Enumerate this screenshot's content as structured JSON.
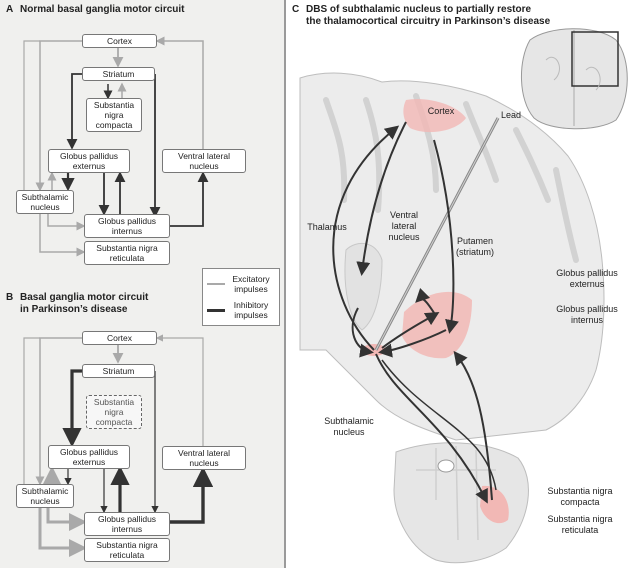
{
  "panelA": {
    "letter": "A",
    "title": "Normal basal ganglia motor circuit",
    "boxes": {
      "cortex": "Cortex",
      "striatum": "Striatum",
      "snc": "Substantia nigra compacta",
      "gpe": "Globus pallidus externus",
      "vl": "Ventral lateral nucleus",
      "stn": "Subthalamic nucleus",
      "gpi": "Globus pallidus internus",
      "snr": "Substantia nigra reticulata"
    }
  },
  "panelB": {
    "letter": "B",
    "title_line1": "Basal ganglia motor circuit",
    "title_line2": "in Parkinson’s disease",
    "boxes": {
      "cortex": "Cortex",
      "striatum": "Striatum",
      "snc": "Substantia nigra compacta",
      "gpe": "Globus pallidus externus",
      "vl": "Ventral lateral nucleus",
      "stn": "Subthalamic nucleus",
      "gpi": "Globus pallidus internus",
      "snr": "Substantia nigra reticulata"
    }
  },
  "legend": {
    "excitatory": "Excitatory impulses",
    "inhibitory": "Inhibitory impulses",
    "excitatory_color": "#a9a9a9",
    "inhibitory_color": "#333333"
  },
  "panelC": {
    "letter": "C",
    "title_line1": "DBS of subthalamic nucleus to partially restore",
    "title_line2": "the thalamocortical circuitry in Parkinson’s disease",
    "labels": {
      "cortex": "Cortex",
      "lead": "Lead",
      "thalamus": "Thalamus",
      "vl": "Ventral lateral nucleus",
      "putamen": "Putamen (striatum)",
      "gpe": "Globus pallidus externus",
      "gpi": "Globus pallidus internus",
      "stn": "Subthalamic nucleus",
      "snc": "Substantia nigra compacta",
      "snr": "Substantia nigra reticulata"
    },
    "highlight_color": "#f2b8b5"
  }
}
